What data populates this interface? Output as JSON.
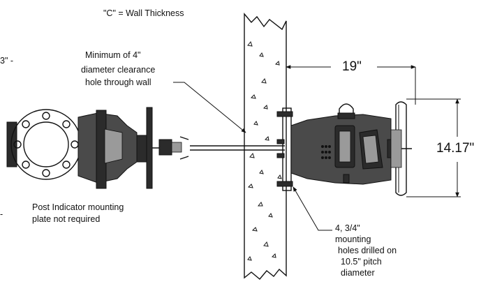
{
  "labels": {
    "wall_thickness": "\"C\" = Wall Thickness",
    "clearance_1": "Minimum of 4\"",
    "clearance_2": "diameter clearance",
    "clearance_3": "hole through wall",
    "post_indicator_1": "Post Indicator mounting",
    "post_indicator_2": "plate not required",
    "holes_1": "4, 3/4\"",
    "holes_2": "mounting",
    "holes_3": " holes drilled on",
    "holes_4": "10.5\" pitch",
    "holes_5": "diameter",
    "cut_left_top": "3\" -",
    "cut_left_bottom": "-"
  },
  "dimensions": {
    "horizontal": "19\"",
    "vertical": "14.17\""
  },
  "colors": {
    "line": "#111111",
    "valve_body": "#4a4a4a",
    "valve_dark": "#2b2b2b"
  }
}
